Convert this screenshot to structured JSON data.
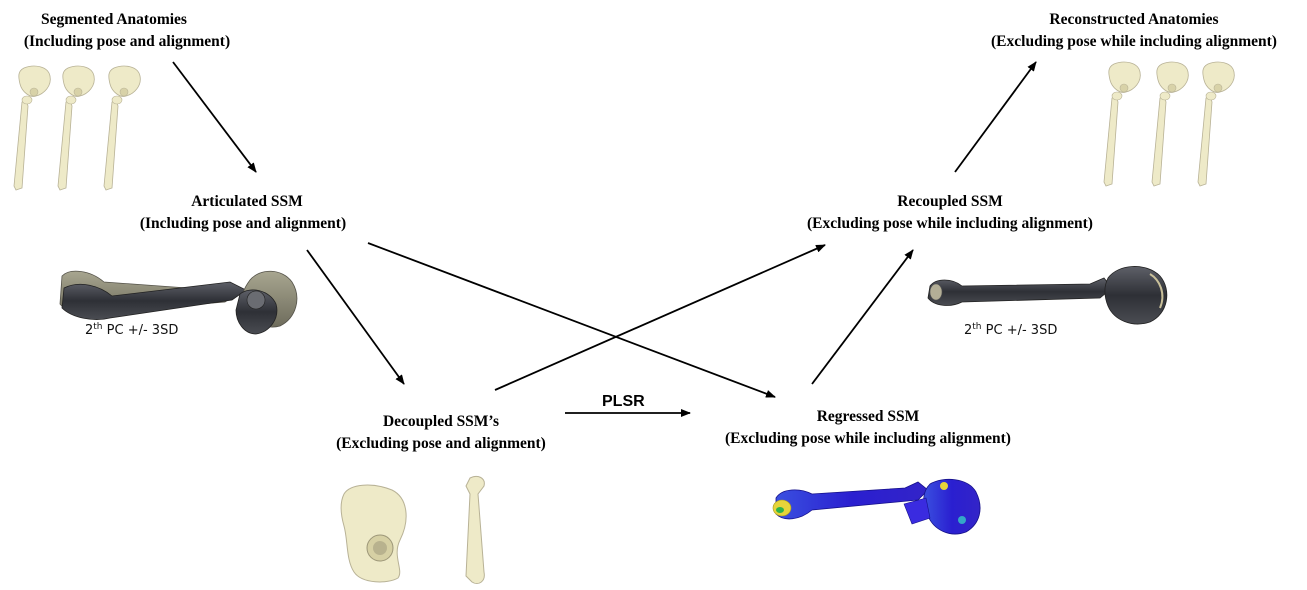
{
  "nodes": {
    "segmented": {
      "title": "Segmented Anatomies",
      "subtitle": "(Including pose and alignment)"
    },
    "articulated": {
      "title": "Articulated SSM",
      "subtitle": "(Including pose and alignment)"
    },
    "decoupled": {
      "title": "Decoupled SSM’s",
      "subtitle": "(Excluding pose and alignment)"
    },
    "regressed": {
      "title": "Regressed SSM",
      "subtitle": "(Excluding pose while including alignment)"
    },
    "recoupled": {
      "title": "Recoupled SSM",
      "subtitle": "(Excluding pose while including alignment)"
    },
    "reconstructed": {
      "title": "Reconstructed Anatomies",
      "subtitle": "(Excluding pose while including alignment)"
    }
  },
  "pc_label_left": {
    "pre": "2",
    "sup": "th",
    "post": " PC +/- 3SD"
  },
  "pc_label_right": {
    "pre": "2",
    "sup": "th",
    "post": " PC +/- 3SD"
  },
  "edge_label": "PLSR",
  "colors": {
    "bone": "#eeeac8",
    "bone_outline": "#b8b296",
    "ssm_dark": "#3a3d45",
    "ssm_light": "#8e8c7a",
    "regressed_blue": "#2a1fd0"
  }
}
